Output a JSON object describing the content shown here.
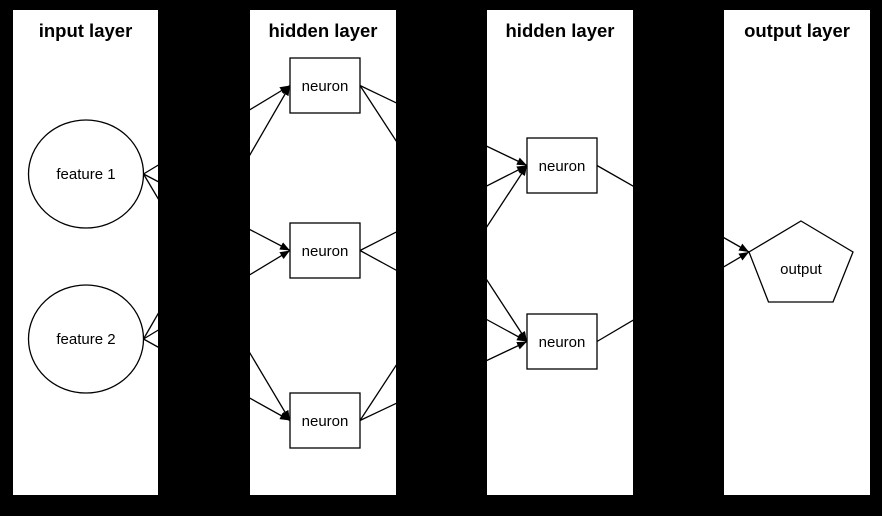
{
  "diagram": {
    "type": "neural-network-architecture",
    "background_color": "#000000",
    "panel_color": "#ffffff",
    "line_color": "#000000",
    "text_color": "#000000"
  },
  "layers": [
    {
      "title": "input layer",
      "nodes": [
        {
          "id": "feature1",
          "label": "feature 1",
          "shape": "ellipse"
        },
        {
          "id": "feature2",
          "label": "feature 2",
          "shape": "ellipse"
        }
      ]
    },
    {
      "title": "hidden layer",
      "nodes": [
        {
          "id": "h1n1",
          "label": "neuron",
          "shape": "box"
        },
        {
          "id": "h1n2",
          "label": "neuron",
          "shape": "box"
        },
        {
          "id": "h1n3",
          "label": "neuron",
          "shape": "box"
        }
      ]
    },
    {
      "title": "hidden layer",
      "nodes": [
        {
          "id": "h2n1",
          "label": "neuron",
          "shape": "box"
        },
        {
          "id": "h2n2",
          "label": "neuron",
          "shape": "box"
        }
      ]
    },
    {
      "title": "output layer",
      "nodes": [
        {
          "id": "output",
          "label": "output",
          "shape": "pentagon"
        }
      ]
    }
  ],
  "edges": [
    {
      "from": "feature1",
      "to": "h1n1"
    },
    {
      "from": "feature1",
      "to": "h1n2"
    },
    {
      "from": "feature1",
      "to": "h1n3"
    },
    {
      "from": "feature2",
      "to": "h1n1"
    },
    {
      "from": "feature2",
      "to": "h1n2"
    },
    {
      "from": "feature2",
      "to": "h1n3"
    },
    {
      "from": "h1n1",
      "to": "h2n1"
    },
    {
      "from": "h1n1",
      "to": "h2n2"
    },
    {
      "from": "h1n2",
      "to": "h2n1"
    },
    {
      "from": "h1n2",
      "to": "h2n2"
    },
    {
      "from": "h1n3",
      "to": "h2n1"
    },
    {
      "from": "h1n3",
      "to": "h2n2"
    },
    {
      "from": "h2n1",
      "to": "output"
    },
    {
      "from": "h2n2",
      "to": "output"
    }
  ]
}
